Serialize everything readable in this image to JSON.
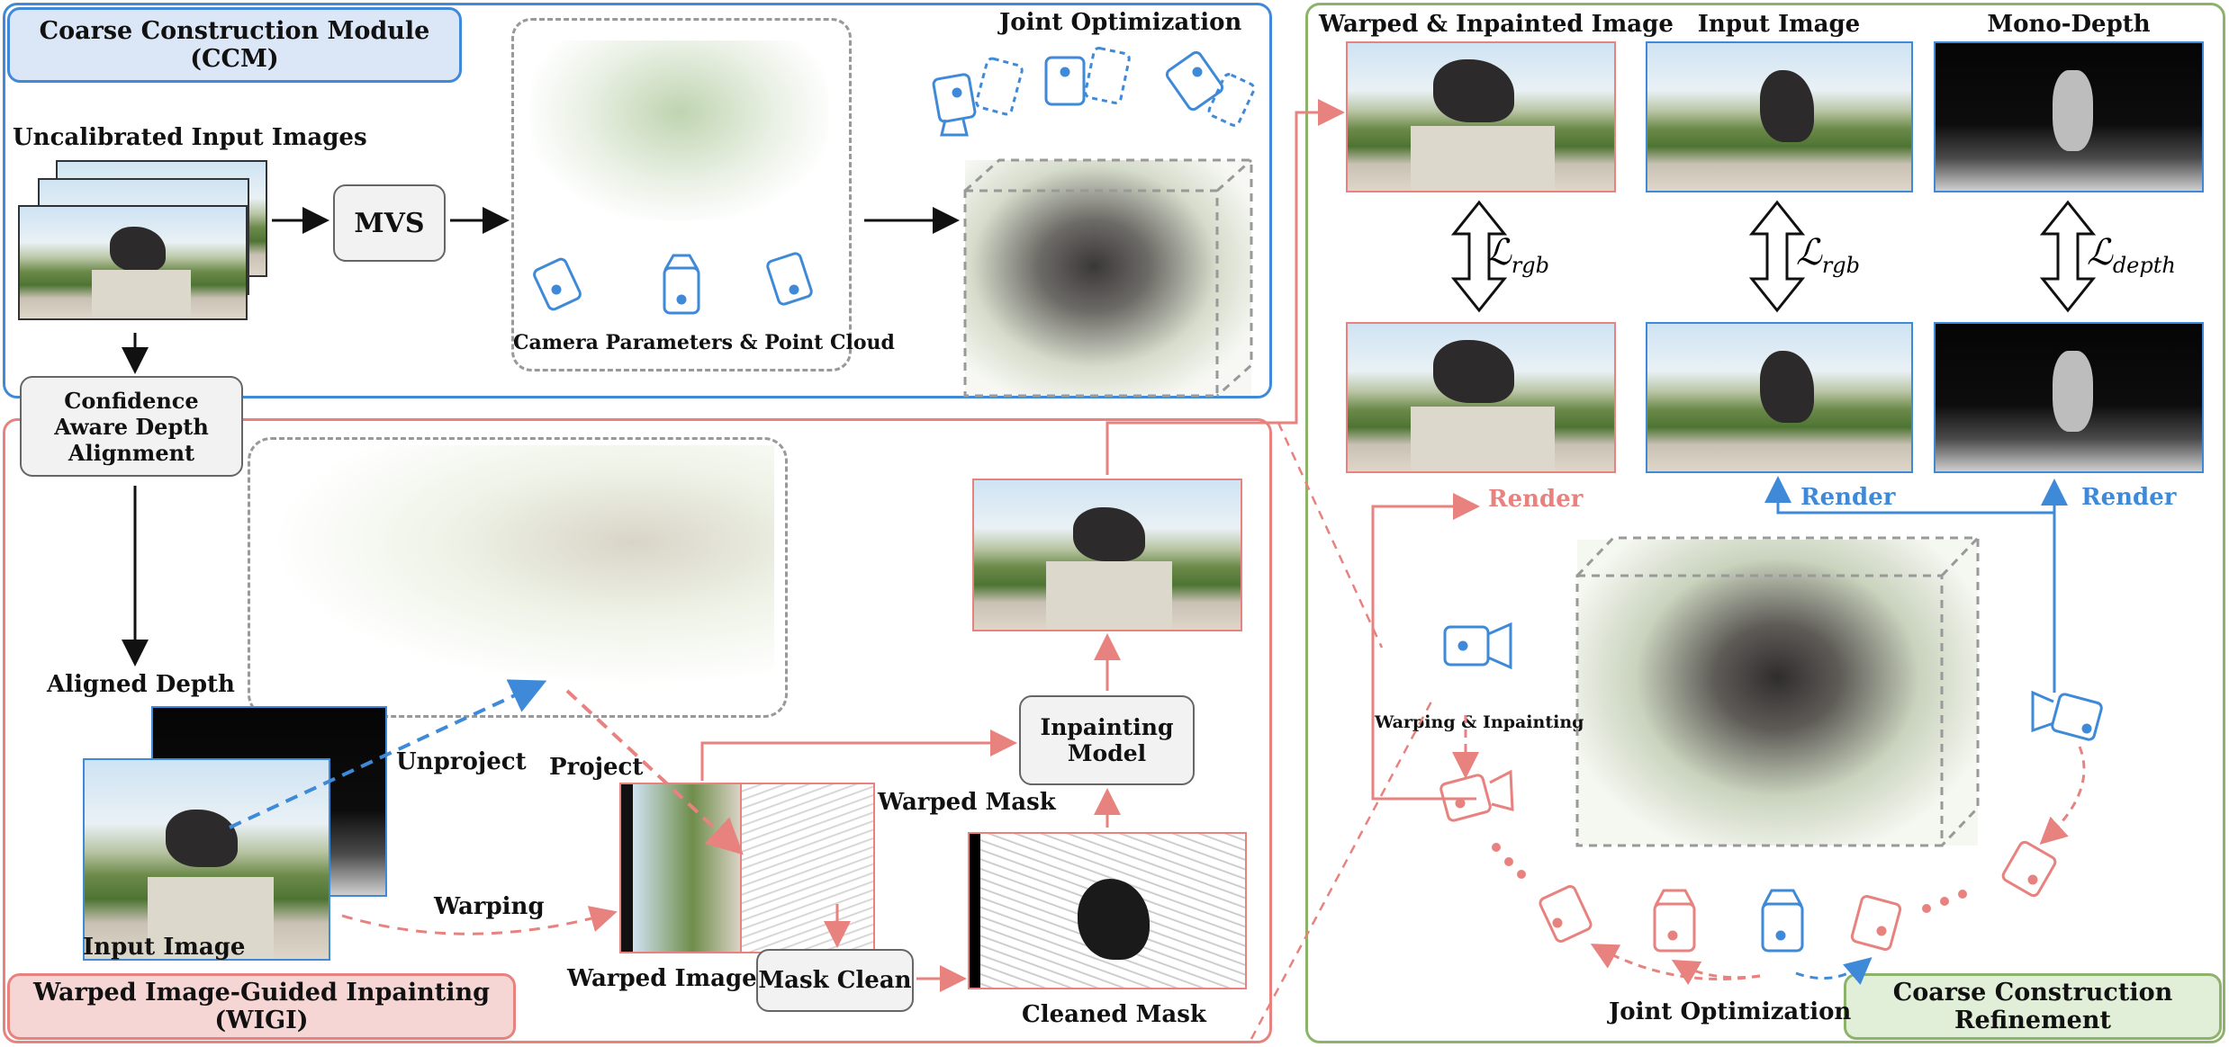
{
  "ccm": {
    "title": "Coarse Construction Module (CCM)",
    "uncalibrated_label": "Uncalibrated Input Images",
    "mvs_label": "MVS",
    "camera_points_label": "Camera Parameters & Point Cloud",
    "joint_opt_label": "Joint Optimization"
  },
  "wigi": {
    "title": "Warped Image-Guided Inpainting (WIGI)",
    "depth_align_label": "Confidence Aware Depth Alignment",
    "aligned_depth_label": "Aligned Depth",
    "unproject_label": "Unproject",
    "project_label": "Project",
    "input_image_label": "Input Image",
    "warping_label": "Warping",
    "warped_image_label": "Warped Image",
    "warped_mask_label": "Warped Mask",
    "mask_clean_label": "Mask Clean",
    "cleaned_mask_label": "Cleaned Mask",
    "inpainting_model_label": "Inpainting Model"
  },
  "ccr": {
    "title": "Coarse Construction Refinement",
    "col_warped_label": "Warped & Inpainted Image",
    "col_input_label": "Input Image",
    "col_depth_label": "Mono-Depth",
    "loss_rgb_1": "ℒ",
    "loss_rgb_1_sub": "rgb",
    "loss_rgb_2": "ℒ",
    "loss_rgb_2_sub": "rgb",
    "loss_depth": "ℒ",
    "loss_depth_sub": "depth",
    "render_1": "Render",
    "render_2": "Render",
    "render_3": "Render",
    "warping_inpainting_label": "Warping & Inpainting",
    "joint_opt_label": "Joint Optimization"
  },
  "colors": {
    "blue": "#3f8ad8",
    "red": "#e8827f",
    "green": "#8db36a",
    "ccm_fill": "#dbe7f7",
    "wigi_fill": "#f6d6d4",
    "ccr_fill": "#e2efd8"
  },
  "icons": [
    "camera-icon",
    "dashed-camera-icon",
    "double-arrow-icon"
  ]
}
